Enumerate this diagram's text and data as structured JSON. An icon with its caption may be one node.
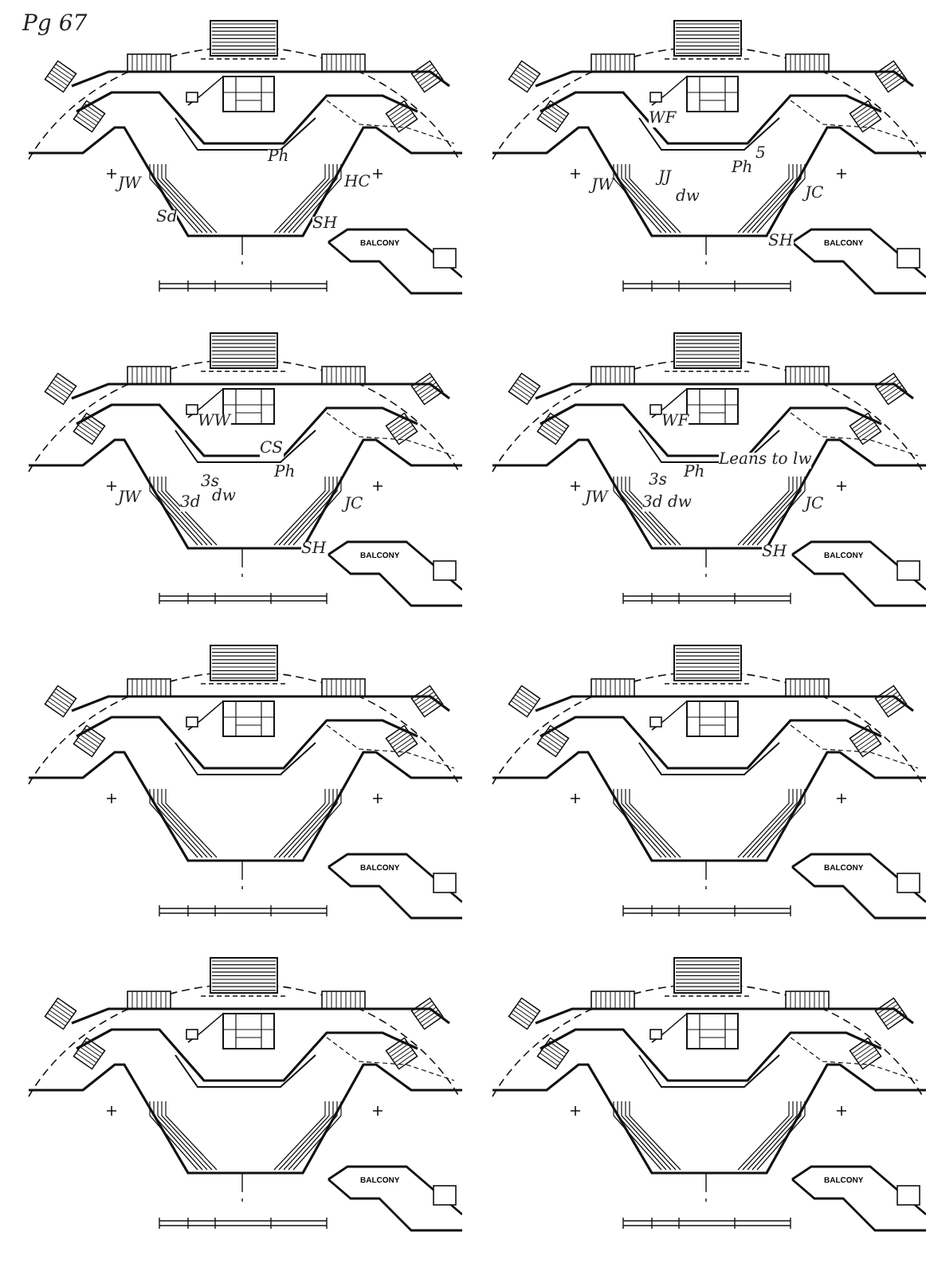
{
  "diagram": {
    "labels": [
      "Pg 67",
      "JW",
      "Ph",
      "HC",
      "Sd",
      "SH",
      "BALCONY",
      "WF",
      "Ph",
      "5",
      "JW",
      "JJ",
      "dw",
      "JC",
      "SH",
      "BALCONY",
      "WW",
      "CS",
      "Ph",
      "3s",
      "JW",
      "3d",
      "dw",
      "JC",
      "SH",
      "BALCONY",
      "WF",
      "3s",
      "Ph",
      "Leans to lw",
      "JW",
      "3d dw",
      "JC",
      "SH",
      "BALCONY",
      "BALCONY",
      "BALCONY",
      "BALCONY",
      "BALCONY"
    ]
  }
}
